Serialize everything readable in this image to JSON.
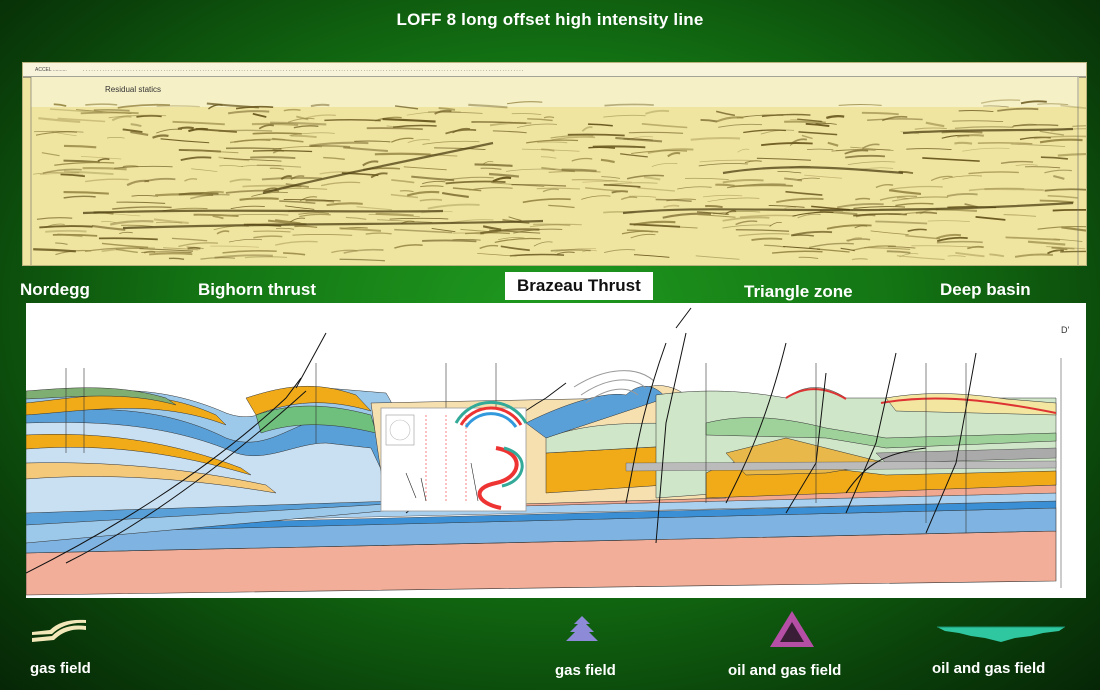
{
  "title": "LOFF 8 long offset high intensity line",
  "seismic": {
    "annotation": "Residual statics"
  },
  "zones": [
    {
      "label": "Nordegg"
    },
    {
      "label": "Bighorn thrust"
    },
    {
      "label": "Brazeau Thrust"
    },
    {
      "label": "Triangle zone"
    },
    {
      "label": "Deep basin"
    }
  ],
  "section": {
    "corner_label": "D'"
  },
  "legend": [
    {
      "label": "gas field",
      "icon": "layered-fold-icon",
      "color": "#f2e7b8"
    },
    {
      "label": "gas field",
      "icon": "stacked-wedge-icon",
      "color": "#8d8bd8"
    },
    {
      "label": "oil and gas field",
      "icon": "triangle-icon",
      "color": "#b44fa5"
    },
    {
      "label": "oil and gas field",
      "icon": "lens-icon",
      "color": "#2fc7a0"
    }
  ],
  "colors": {
    "background": "#137413",
    "seismic_bg": "#f3e9a8",
    "layer_orange": "#f1ab18",
    "layer_blue": "#5aa0d8",
    "layer_salmon": "#f0a890",
    "layer_green": "#cfe6c8"
  }
}
